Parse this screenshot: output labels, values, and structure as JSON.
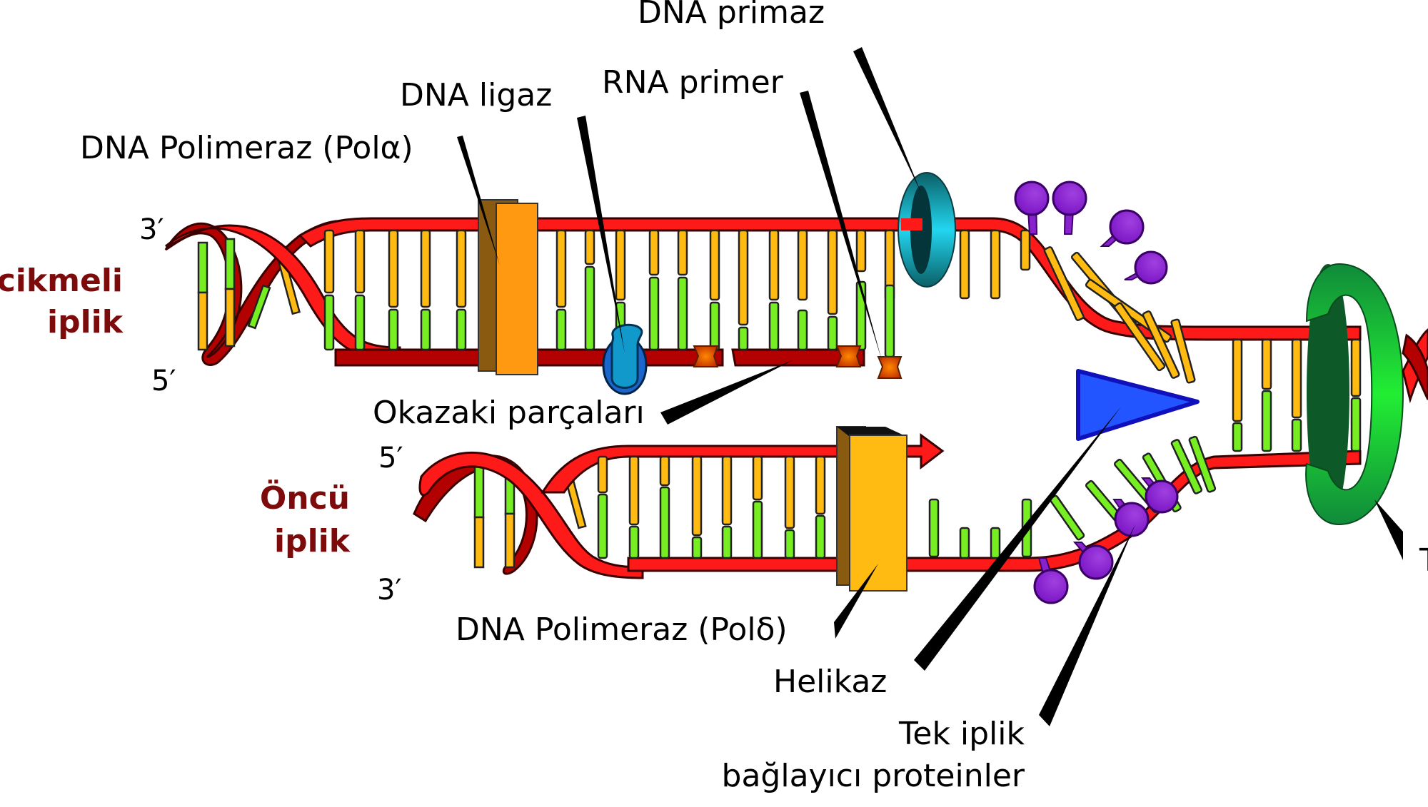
{
  "title": "DNA replikasyon çatalı",
  "labels": {
    "primase": "DNA primaz",
    "rna_primer": "RNA primer",
    "ligase": "DNA ligaz",
    "pol_alpha": "DNA Polimeraz (Polα)",
    "okazaki": "Okazaki parçaları",
    "pol_delta": "DNA Polimeraz (Polδ)",
    "helicase": "Helikaz",
    "ssb_line1": "Tek iplik",
    "ssb_line2": "bağlayıcı proteinler",
    "topo_partial": "T"
  },
  "strands": {
    "lagging_line1": "cikmeli",
    "lagging_line2": "iplik",
    "leading_line1": "Öncü",
    "leading_line2": "iplik"
  },
  "ends": {
    "lagging_top": "3′",
    "lagging_bottom": "5′",
    "leading_top": "5′",
    "leading_bottom": "3′"
  },
  "colors": {
    "backbone": "#ff1a1a",
    "backbone_dark": "#b30000",
    "base_orange": "#ffbb11",
    "base_green": "#77ee22",
    "pol_alpha": "#ff9911",
    "pol_delta": "#ffbb11",
    "ligase": "#1199cc",
    "primase": "#119aaa",
    "helicase": "#1133ee",
    "clamp": "#119933",
    "ssb": "#8822cc",
    "rna_primer": "#dd4400",
    "strand_label": "#7d0b0b"
  }
}
